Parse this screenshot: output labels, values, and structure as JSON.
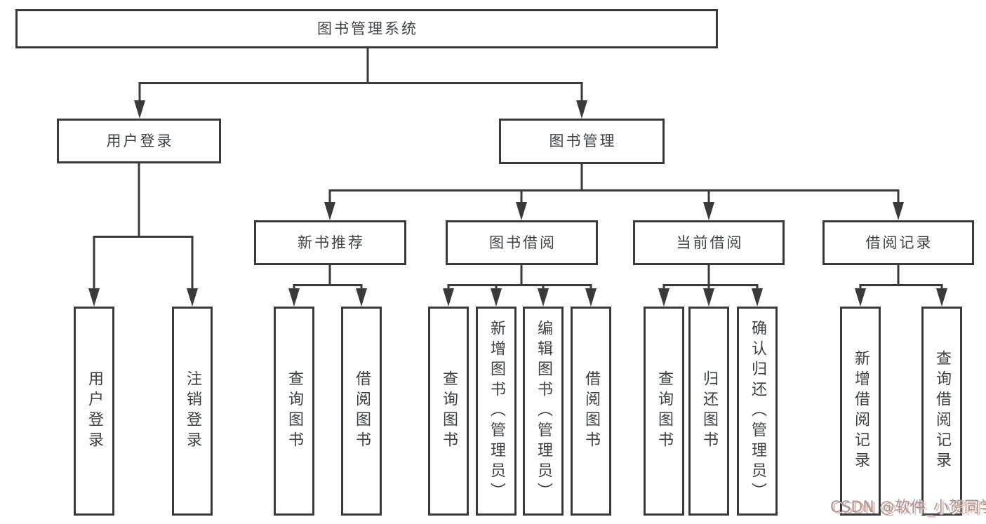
{
  "tree": {
    "root": {
      "label": "图书管理系统"
    },
    "branches": [
      {
        "label": "用户登录",
        "children": [
          {
            "label": "用户登录"
          },
          {
            "label": "注销登录"
          }
        ]
      },
      {
        "label": "图书管理",
        "children": [
          {
            "label": "新书推荐",
            "children": [
              {
                "label": "查询图书"
              },
              {
                "label": "借阅图书"
              }
            ]
          },
          {
            "label": "图书借阅",
            "children": [
              {
                "label": "查询图书"
              },
              {
                "label": "新增图书（管理员）"
              },
              {
                "label": "编辑图书（管理员）"
              },
              {
                "label": "借阅图书"
              }
            ]
          },
          {
            "label": "当前借阅",
            "children": [
              {
                "label": "查询图书"
              },
              {
                "label": "归还图书"
              },
              {
                "label": "确认归还（管理员）"
              }
            ]
          },
          {
            "label": "借阅记录",
            "children": [
              {
                "label": "新增借阅记录"
              },
              {
                "label": "查询借阅记录"
              }
            ]
          }
        ]
      }
    ]
  },
  "watermark": {
    "text": "CSDN @软件_小贺同学"
  },
  "colors": {
    "line": "#3a3a3d",
    "box_border": "#3a3a3d",
    "text": "#3d3f47",
    "background": "#ffffff",
    "watermark_text": "#9c9c9c",
    "watermark_shadow": "#f0b4ab"
  }
}
